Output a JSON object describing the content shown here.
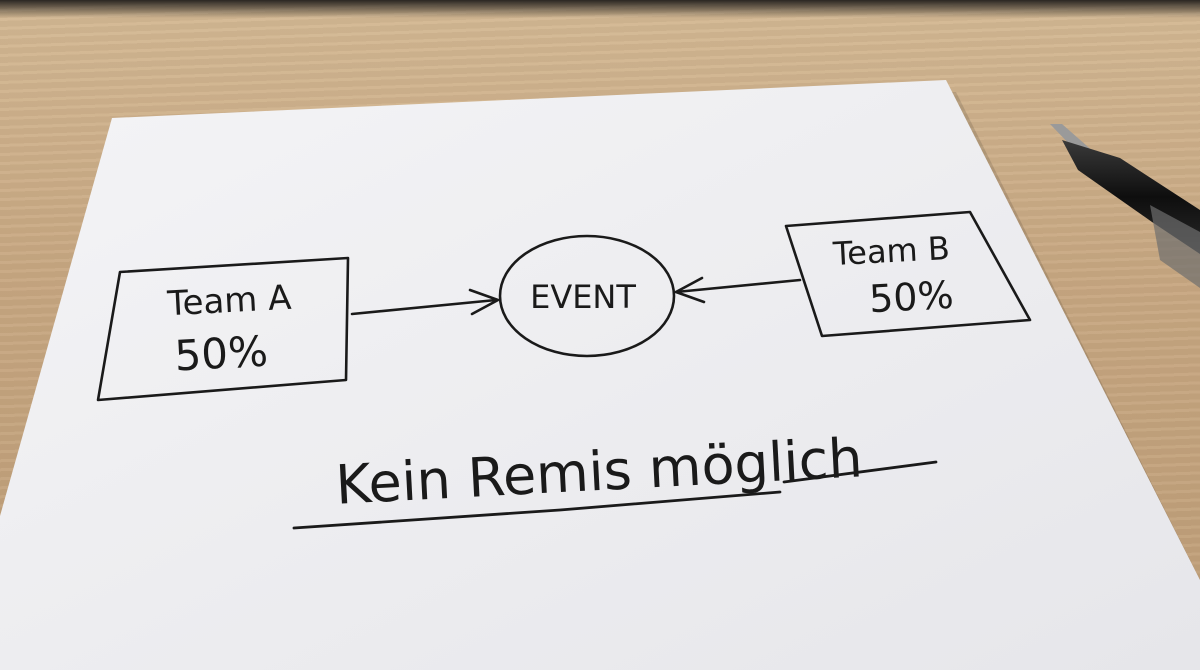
{
  "diagram": {
    "team_a": {
      "name": "Team A",
      "percent": "50%"
    },
    "team_b": {
      "name": "Team B",
      "percent": "50%"
    },
    "event": {
      "label": "EVENT"
    },
    "caption": "Kein Remis möglich"
  },
  "colors": {
    "ink": "#1a1a1a",
    "paper": "#f1f1f3",
    "desk": "#c8a882"
  }
}
